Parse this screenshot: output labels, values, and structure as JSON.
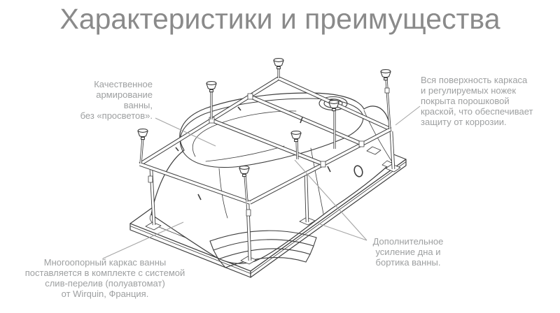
{
  "title": "Характеристики и преимущества",
  "colors": {
    "background": "#ffffff",
    "title_text": "#8a8a8a",
    "annotation_text": "#9d9fa0",
    "line_art": "#3d3d3d",
    "leader_line": "#a6a6a6"
  },
  "annotations": {
    "reinforcement": {
      "lines": [
        "Качественное",
        "армирование",
        "ванны,",
        "без «просветов»."
      ]
    },
    "powder_coating": {
      "lines": [
        "Вся поверхность каркаса",
        "и регулируемых ножек",
        "покрыта порошковой",
        "краской, что обеспечивает",
        "защиту от коррозии."
      ]
    },
    "extra_strength": {
      "lines": [
        "Дополнительное",
        "усиление дна и",
        "бортика ванны."
      ]
    },
    "multi_support_frame": {
      "lines": [
        "Многоопорный каркас ванны",
        "поставляется в комплекте с системой",
        "слив-перелив (полуавтомат)",
        "от Wirquin, Франция."
      ]
    }
  },
  "diagram": {
    "subject": "Каркас ванны (вид снизу, ванна перевёрнута)",
    "foot_count": 7
  }
}
